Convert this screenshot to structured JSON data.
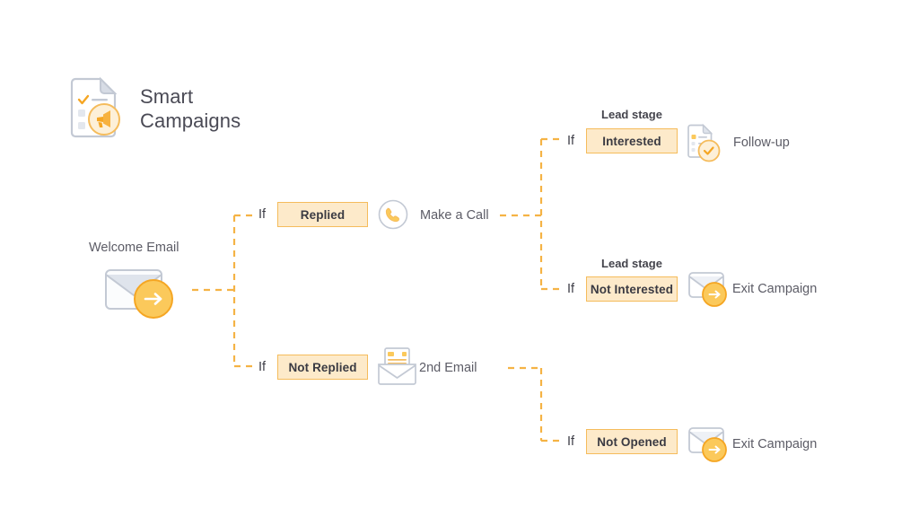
{
  "meta": {
    "diagram_type": "flowchart",
    "background": "#ffffff",
    "accent_color": "#f5a623",
    "pill_fill": "#fdeaca",
    "pill_border": "#f5bc5c",
    "text_color": "#5c5c66",
    "icon_gray": "#c3c9d4"
  },
  "header": {
    "title": "Smart\nCampaigns",
    "icon": "document-megaphone-icon"
  },
  "start": {
    "label": "Welcome Email",
    "icon": "envelope-arrow-icon"
  },
  "branches": [
    {
      "id": "replied",
      "if_label": "If",
      "condition": "Replied",
      "action": "Make a Call",
      "icon": "phone-circle-icon",
      "stage_label": null
    },
    {
      "id": "not-replied",
      "if_label": "If",
      "condition": "Not Replied",
      "action": "2nd Email",
      "icon": "open-envelope-letter-icon",
      "stage_label": null
    },
    {
      "id": "interested",
      "if_label": "If",
      "condition": "Interested",
      "action": "Follow-up",
      "icon": "document-check-icon",
      "stage_label": "Lead stage"
    },
    {
      "id": "not-interested",
      "if_label": "If",
      "condition": "Not Interested",
      "action": "Exit Campaign",
      "icon": "envelope-exit-icon",
      "stage_label": "Lead stage"
    },
    {
      "id": "not-opened",
      "if_label": "If",
      "condition": "Not Opened",
      "action": "Exit Campaign",
      "icon": "envelope-exit-icon",
      "stage_label": null
    }
  ]
}
